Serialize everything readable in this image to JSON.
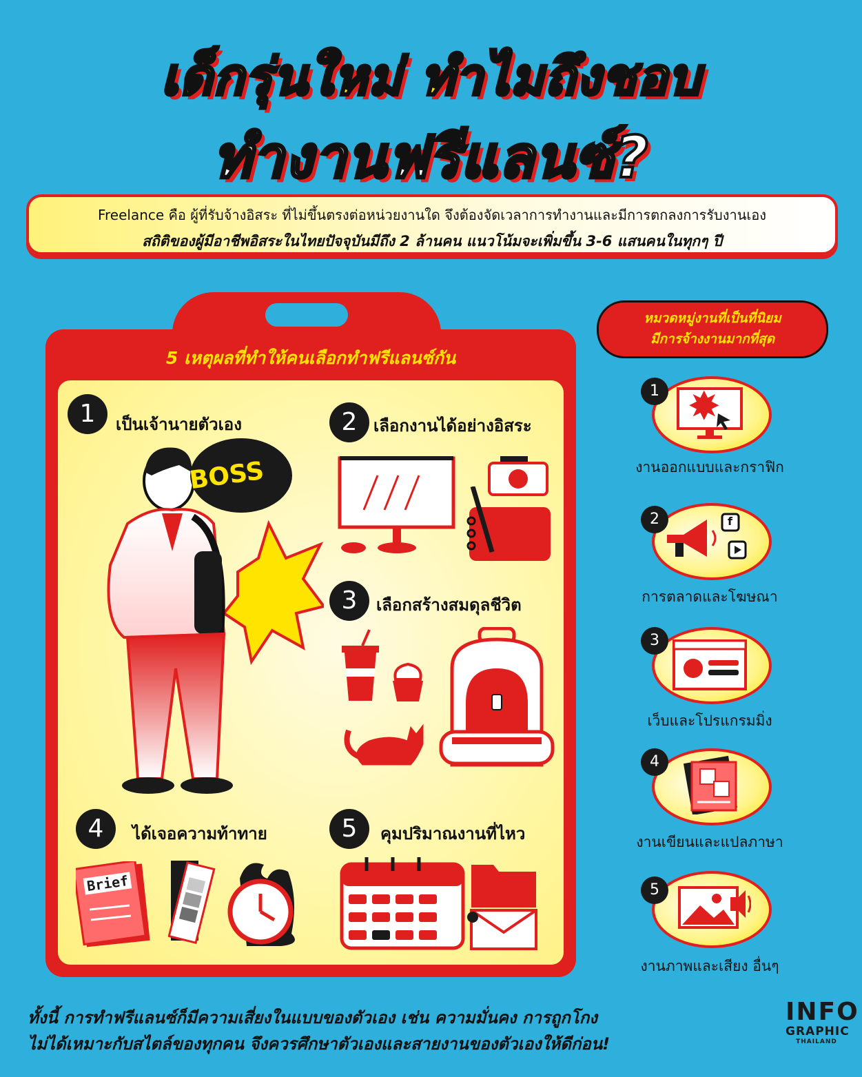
{
  "title": {
    "line1": "เด็กรุ่นใหม่ ทำไมถึงชอบ",
    "line2": "ทำงานฟรีแลนซ์?"
  },
  "intro": {
    "line1": "Freelance คือ ผู้ที่รับจ้างอิสระ ที่ไม่ขึ้นตรงต่อหน่วยงานใด จึงต้องจัดเวลาการทำงานและมีการตกลงการรับงานเอง",
    "line2": "สถิติของผู้มีอาชีพอิสระในไทยปัจจุบันมีถึง 2 ล้านคน แนวโน้มจะเพิ่มขึ้น 3-6 แสนคนในทุกๆ ปี"
  },
  "reasons": {
    "header": "5 เหตุผลที่ทำให้คนเลือกทำฟรีแลนซ์กัน",
    "items": [
      {
        "number": "1",
        "label": "เป็นเจ้านายตัวเอง"
      },
      {
        "number": "2",
        "label": "เลือกงานได้อย่างอิสระ"
      },
      {
        "number": "3",
        "label": "เลือกสร้างสมดุลชีวิต"
      },
      {
        "number": "4",
        "label": "ได้เจอความท้าทาย"
      },
      {
        "number": "5",
        "label": "คุมปริมาณงานที่ไหว"
      }
    ],
    "boss_text": "BOSS",
    "brief_text": "Brief"
  },
  "categories": {
    "header_line1": "หมวดหมู่งานที่เป็นที่นิยม",
    "header_line2": "มีการจ้างงานมากที่สุด",
    "items": [
      {
        "number": "1",
        "label": "งานออกแบบและกราฟิก",
        "icon": "monitor-design-icon"
      },
      {
        "number": "2",
        "label": "การตลาดและโฆษณา",
        "icon": "megaphone-icon"
      },
      {
        "number": "3",
        "label": "เว็บและโปรแกรมมิ่ง",
        "icon": "web-window-icon"
      },
      {
        "number": "4",
        "label": "งานเขียนและแปลภาษา",
        "icon": "translate-doc-icon"
      },
      {
        "number": "5",
        "label": "งานภาพและเสียง อื่นๆ",
        "icon": "image-sound-icon"
      }
    ]
  },
  "footer": {
    "line1": "ทั้งนี้ การทำฟรีแลนซ์ก็มีความเสี่ยงในแบบของตัวเอง เช่น ความมั่นคง การถูกโกง",
    "line2": "ไม่ได้เหมาะกับสไตล์ของทุกคน จึงควรศึกษาตัวเองและสายงานของตัวเองให้ดีก่อน!"
  },
  "logo": {
    "line1": "INFO",
    "line2": "GRAPHIC",
    "line3": "THAILAND"
  },
  "colors": {
    "background": "#2fb0dc",
    "red": "#e0201f",
    "yellow": "#ffe400",
    "dark": "#1a1a1a"
  }
}
